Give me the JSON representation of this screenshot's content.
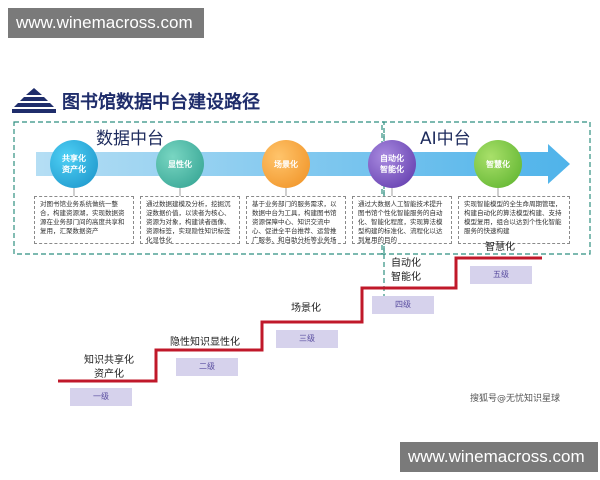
{
  "watermark": {
    "top": "www.winemacross.com",
    "bottom": "www.winemacross.com"
  },
  "title": "图书馆数据中台建设路径",
  "regions": {
    "left": "数据中台",
    "right": "AI中台"
  },
  "circles": [
    {
      "label": "共享化\n资产化",
      "color": "#1891c7"
    },
    {
      "label": "显性化",
      "color": "#2e9f8f"
    },
    {
      "label": "场景化",
      "color": "#ef8f21"
    },
    {
      "label": "自动化\n智能化",
      "color": "#5b34a8"
    },
    {
      "label": "智慧化",
      "color": "#58b02a"
    }
  ],
  "descriptions": [
    "对图书馆业务系统做统一整合，构建资源湖，实现数据资源在业务部门间的高度共享和复用，汇聚数据资产",
    "通过数据建模及分析，挖掘沉淀数据价值，以读者为核心、资源为对象，构建读者画像、资源标签，实现隐性知识标签化显性化",
    "基于业务部门的服务需求，以数据中台为工具，构建图书馆资源保障中心、知识交流中心、促进全平台推荐、运营推广服务、和自助分析等业务场景创新",
    "通过大数据人工智能技术提升图书馆个性化智能服务的自动化、智能化程度，实现算法模型构建的标准化、流程化以达到复用的目的",
    "实现智能模型的全生命周期管理，构建自动化的算法模型构建、支持模型复用，组合以达到个性化智能服务的快速构建"
  ],
  "stages": [
    {
      "label": "知识共享化\n资产化",
      "level": "一级"
    },
    {
      "label": "隐性知识显性化",
      "level": "二级"
    },
    {
      "label": "场景化",
      "level": "三级"
    },
    {
      "label": "自动化\n智能化",
      "level": "四级"
    },
    {
      "label": "智慧化",
      "level": "五级"
    }
  ],
  "credit": "搜狐号@无忧知识星球",
  "colors": {
    "arrow": "#5ab8ea",
    "stairs": "#c0182a",
    "dashed": "#2f8f80",
    "title": "#1f2d6b"
  }
}
